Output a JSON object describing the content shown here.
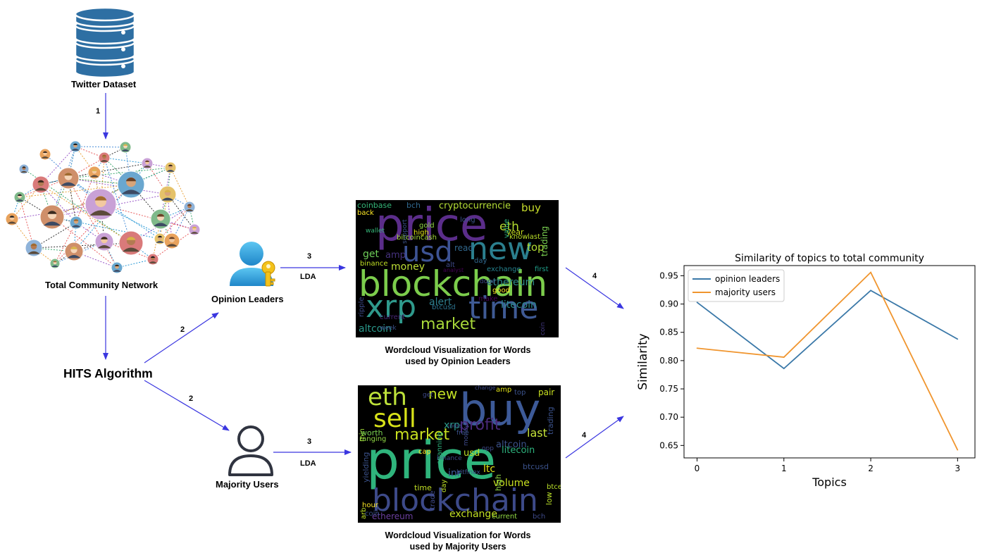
{
  "labels": {
    "twitter_dataset": "Twitter Dataset",
    "total_community": "Total Community Network",
    "hits": "HITS Algorithm",
    "opinion_leaders": "Opinion Leaders",
    "majority_users": "Majority Users"
  },
  "steps": {
    "s1": "1",
    "s2a": "2",
    "s2b": "2",
    "s3a": "3",
    "s3b": "3",
    "s4a": "4",
    "s4b": "4"
  },
  "lda": {
    "a": "LDA",
    "b": "LDA"
  },
  "captions": {
    "leaders_l1": "Wordcloud Visualization for Words",
    "leaders_l2": "used by Opinion Leaders",
    "majority_l1": "Wordcloud Visualization for Words",
    "majority_l2": "used by Majority Users"
  },
  "wordcloud_leaders": [
    {
      "t": "price"
    },
    {
      "t": "blockchain"
    },
    {
      "t": "xrp"
    },
    {
      "t": "time"
    },
    {
      "t": "usd"
    },
    {
      "t": "new"
    },
    {
      "t": "market"
    },
    {
      "t": "altcoin"
    },
    {
      "t": "ethereum"
    },
    {
      "t": "eth"
    },
    {
      "t": "buy"
    },
    {
      "t": "top"
    },
    {
      "t": "litecoin"
    },
    {
      "t": "alert"
    },
    {
      "t": "money"
    },
    {
      "t": "cryptocurrencie"
    },
    {
      "t": "coinbase"
    },
    {
      "t": "bch"
    },
    {
      "t": "back"
    },
    {
      "t": "gold"
    },
    {
      "t": "bitcoincash"
    },
    {
      "t": "get"
    },
    {
      "t": "binance"
    },
    {
      "t": "read"
    },
    {
      "t": "btcusd"
    },
    {
      "t": "exchange"
    },
    {
      "t": "first"
    },
    {
      "t": "year"
    },
    {
      "t": "trading"
    },
    {
      "t": "know"
    },
    {
      "t": "last"
    },
    {
      "t": "value"
    },
    {
      "t": "long"
    },
    {
      "t": "make"
    },
    {
      "t": "good"
    },
    {
      "t": "wallet"
    },
    {
      "t": "high"
    },
    {
      "t": "ripple"
    },
    {
      "t": "amp"
    },
    {
      "t": "alt"
    },
    {
      "t": "day"
    },
    {
      "t": "doge"
    },
    {
      "t": "current"
    },
    {
      "t": "week"
    },
    {
      "t": "coin"
    },
    {
      "t": "support"
    },
    {
      "t": "analyst"
    }
  ],
  "wordcloud_majority": [
    {
      "t": "price"
    },
    {
      "t": "blockchain"
    },
    {
      "t": "buy"
    },
    {
      "t": "sell"
    },
    {
      "t": "eth"
    },
    {
      "t": "market"
    },
    {
      "t": "profit"
    },
    {
      "t": "new"
    },
    {
      "t": "last"
    },
    {
      "t": "exchange"
    },
    {
      "t": "ethereum"
    },
    {
      "t": "volume"
    },
    {
      "t": "xrp"
    },
    {
      "t": "usd"
    },
    {
      "t": "altcoin"
    },
    {
      "t": "litecoin"
    },
    {
      "t": "ltc"
    },
    {
      "t": "inr"
    },
    {
      "t": "amp"
    },
    {
      "t": "top"
    },
    {
      "t": "pair"
    },
    {
      "t": "trading"
    },
    {
      "t": "money"
    },
    {
      "t": "india"
    },
    {
      "t": "free"
    },
    {
      "t": "min"
    },
    {
      "t": "worth"
    },
    {
      "t": "ranging"
    },
    {
      "t": "cap"
    },
    {
      "t": "binance"
    },
    {
      "t": "day"
    },
    {
      "t": "high"
    },
    {
      "t": "btcusd"
    },
    {
      "t": "low"
    },
    {
      "t": "btce"
    },
    {
      "t": "time"
    },
    {
      "t": "trade"
    },
    {
      "t": "bitfinex"
    },
    {
      "t": "spanning"
    },
    {
      "t": "yielding"
    },
    {
      "t": "arb"
    },
    {
      "t": "hour"
    },
    {
      "t": "coin"
    },
    {
      "t": "current"
    },
    {
      "t": "bch"
    },
    {
      "t": "opp"
    },
    {
      "t": "get"
    },
    {
      "t": "change"
    }
  ],
  "chart_data": {
    "type": "line",
    "title": "Similarity of topics to total community",
    "xlabel": "Topics",
    "ylabel": "Similarity",
    "x": [
      0,
      1,
      2,
      3
    ],
    "x_ticks": [
      "0",
      "1",
      "2",
      "3"
    ],
    "y_ticks": [
      "0.65",
      "0.70",
      "0.75",
      "0.80",
      "0.85",
      "0.90",
      "0.95"
    ],
    "xlim": [
      -0.15,
      3.2
    ],
    "ylim": [
      0.628,
      0.968
    ],
    "grid": false,
    "legend": "top-left",
    "series": [
      {
        "name": "opinion leaders",
        "color": "#3a78a8",
        "values": [
          0.903,
          0.786,
          0.924,
          0.838
        ]
      },
      {
        "name": "majority users",
        "color": "#f0952e",
        "values": [
          0.822,
          0.806,
          0.956,
          0.642
        ]
      }
    ]
  }
}
